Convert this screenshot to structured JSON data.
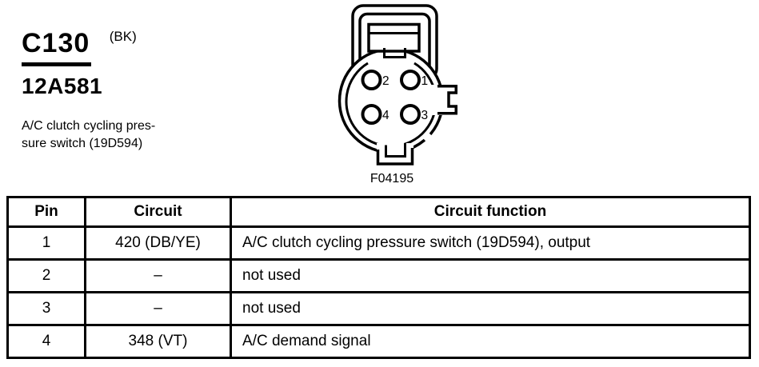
{
  "page": {
    "background": "#ffffff",
    "ink": "#000000"
  },
  "header": {
    "connector_id": "C130",
    "connector_color_code": "(BK)",
    "part_number": "12A581",
    "description_line1": "A/C clutch cycling pres-",
    "description_line2": "sure switch (19D594)"
  },
  "connector_figure": {
    "caption": "F04195",
    "pin_labels": {
      "top_left": "2",
      "top_right": "1",
      "bottom_left": "4",
      "bottom_right": "3"
    }
  },
  "pinout_table": {
    "columns": [
      "Pin",
      "Circuit",
      "Circuit function"
    ],
    "rows": [
      {
        "pin": "1",
        "circuit": "420 (DB/YE)",
        "function": "A/C clutch cycling pressure switch (19D594), output"
      },
      {
        "pin": "2",
        "circuit": "–",
        "function": "not used"
      },
      {
        "pin": "3",
        "circuit": "–",
        "function": "not used"
      },
      {
        "pin": "4",
        "circuit": "348 (VT)",
        "function": "A/C demand signal"
      }
    ]
  }
}
